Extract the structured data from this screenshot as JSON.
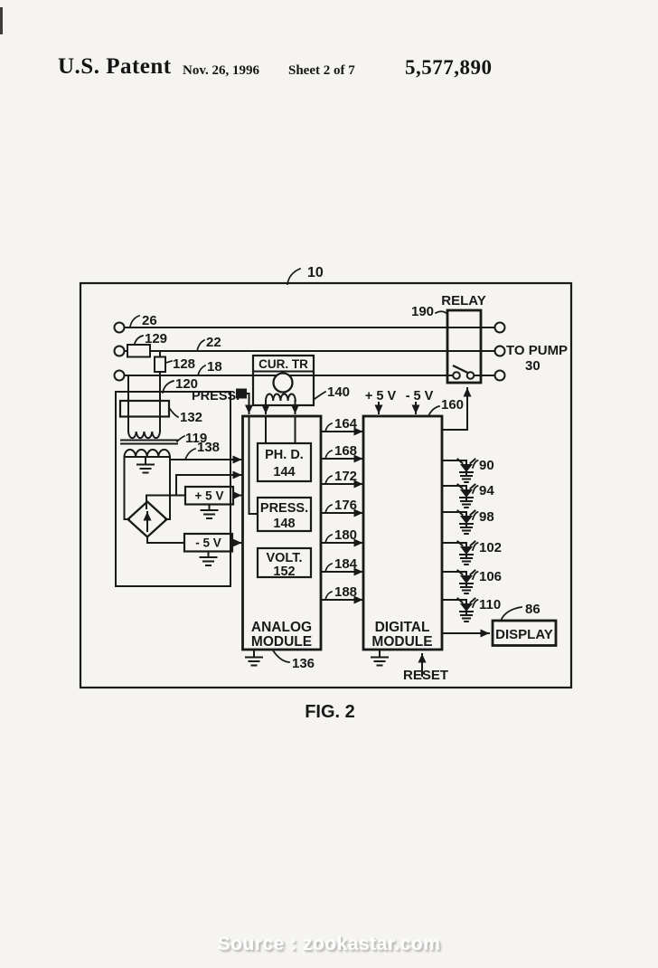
{
  "header": {
    "title": "U.S. Patent",
    "date": "Nov. 26, 1996",
    "sheet": "Sheet 2 of 7",
    "patent_number": "5,577,890"
  },
  "figure": {
    "caption": "FIG. 2",
    "system_ref": "10",
    "input_lines": {
      "line1_ref": "26",
      "resistor1_ref": "129",
      "line2_ref": "22",
      "resistor2_ref": "128",
      "line3_ref": "18"
    },
    "relay": {
      "label": "RELAY",
      "ref": "190"
    },
    "pump": {
      "label": "TO PUMP",
      "ref": "30"
    },
    "power_supply": {
      "box_ref": "120",
      "primary_ref": "132",
      "secondary_ref": "119",
      "output_ref": "138",
      "plus_box": "+ 5 V",
      "minus_box": "- 5 V"
    },
    "press_label": "PRESS.",
    "current_transformer": {
      "label": "CUR. TR",
      "ref": "140"
    },
    "analog_module": {
      "title1": "ANALOG",
      "title2": "MODULE",
      "ref": "136",
      "blocks": [
        {
          "label": "PH. D.",
          "ref": "144"
        },
        {
          "label": "PRESS.",
          "ref": "148"
        },
        {
          "label": "VOLT.",
          "ref": "152"
        }
      ]
    },
    "digital_module": {
      "title1": "DIGITAL",
      "title2": "MODULE",
      "ref": "160",
      "supply_plus": "+ 5 V",
      "supply_minus": "- 5 V",
      "reset_label": "RESET"
    },
    "bus_refs": [
      "164",
      "168",
      "172",
      "176",
      "180",
      "184",
      "188"
    ],
    "led_refs": [
      "90",
      "94",
      "98",
      "102",
      "106",
      "110"
    ],
    "display": {
      "label": "DISPLAY",
      "ref": "86"
    }
  },
  "footer": {
    "source": "Source : zookastar.com"
  }
}
